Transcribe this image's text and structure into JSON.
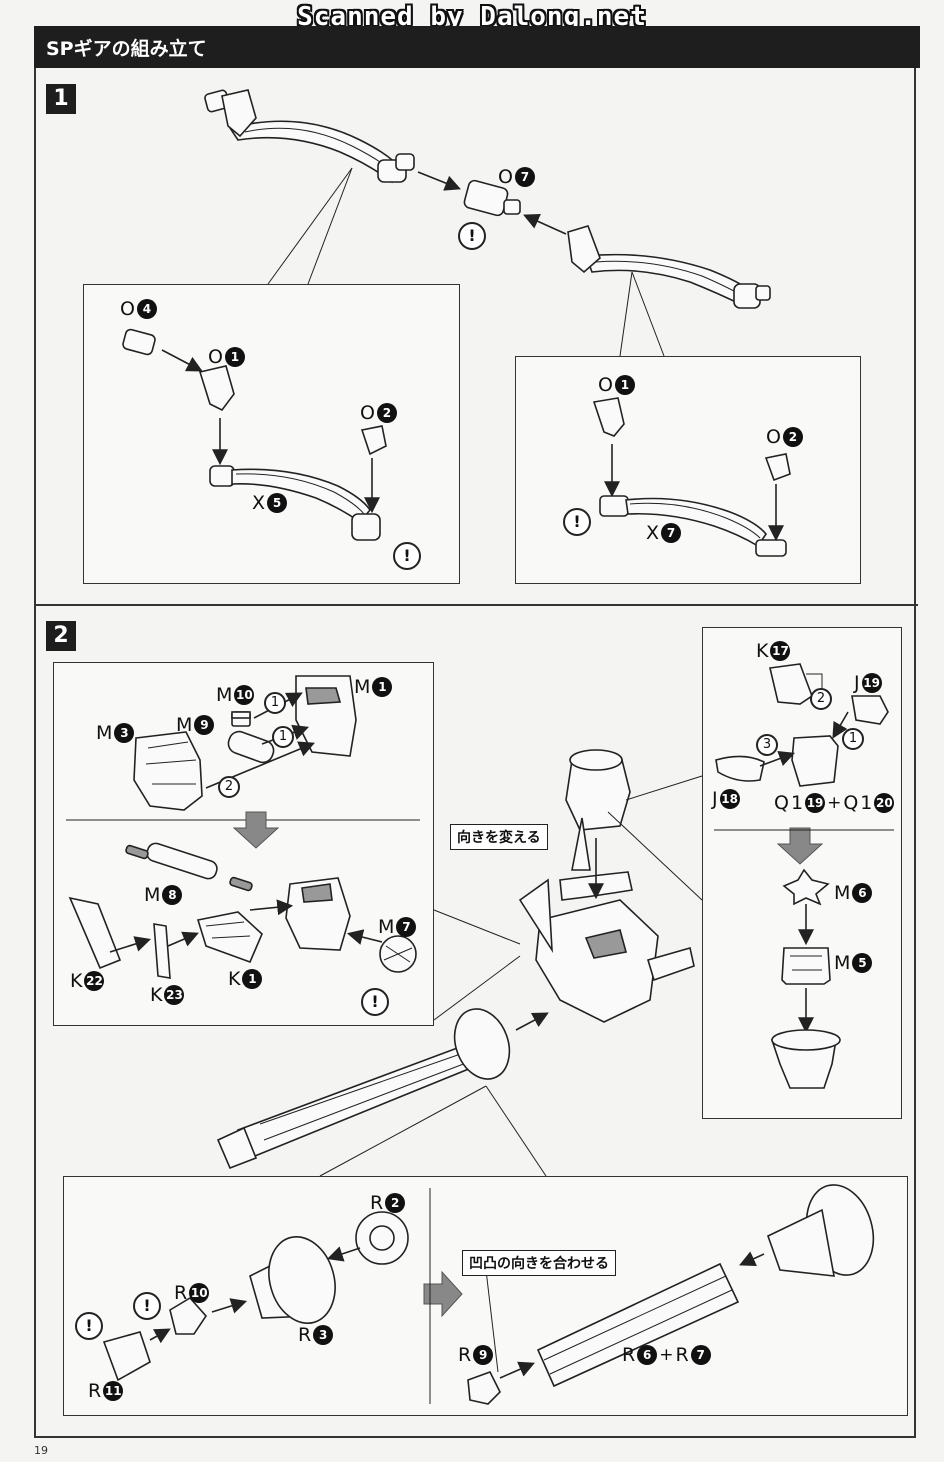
{
  "scan_credit": "Scanned by Dalong.net",
  "page": {
    "title": "SPギアの組み立て",
    "page_number": "19"
  },
  "step1": {
    "number": "1",
    "main_joint": {
      "letter": "O",
      "num": "7"
    },
    "left_inset": {
      "labels": [
        {
          "letter": "O",
          "num": "4"
        },
        {
          "letter": "O",
          "num": "1"
        },
        {
          "letter": "O",
          "num": "2"
        },
        {
          "letter": "X",
          "num": "5"
        }
      ]
    },
    "right_inset": {
      "labels": [
        {
          "letter": "O",
          "num": "1"
        },
        {
          "letter": "O",
          "num": "2"
        },
        {
          "letter": "X",
          "num": "7"
        }
      ]
    }
  },
  "step2": {
    "number": "2",
    "callout_turn": "向きを変える",
    "callout_align": "凹凸の向きを合わせる",
    "left_inset": {
      "labels": [
        {
          "letter": "M",
          "num": "10"
        },
        {
          "letter": "M",
          "num": "1"
        },
        {
          "letter": "M",
          "num": "9"
        },
        {
          "letter": "M",
          "num": "3"
        },
        {
          "letter": "M",
          "num": "8"
        },
        {
          "letter": "M",
          "num": "7"
        },
        {
          "letter": "K",
          "num": "22"
        },
        {
          "letter": "K",
          "num": "23"
        },
        {
          "letter": "K",
          "num": "1"
        }
      ],
      "order": [
        "1",
        "1",
        "2"
      ]
    },
    "right_inset": {
      "labels": [
        {
          "letter": "K",
          "num": "17"
        },
        {
          "letter": "J",
          "num": "19"
        },
        {
          "letter": "J",
          "num": "18"
        },
        {
          "letter": "M",
          "num": "6"
        },
        {
          "letter": "M",
          "num": "5"
        }
      ],
      "combo": {
        "letter": "Q",
        "num_a": "19",
        "num_b": "20",
        "plus": "+"
      },
      "order": [
        "2",
        "3",
        "1"
      ]
    },
    "bottom_inset": {
      "labels": [
        {
          "letter": "R",
          "num": "2"
        },
        {
          "letter": "R",
          "num": "10"
        },
        {
          "letter": "R",
          "num": "3"
        },
        {
          "letter": "R",
          "num": "11"
        },
        {
          "letter": "R",
          "num": "9"
        }
      ],
      "combo": {
        "letter": "R",
        "num_a": "6",
        "num_b": "7",
        "plus": "+"
      }
    },
    "caution_mark": "!"
  }
}
